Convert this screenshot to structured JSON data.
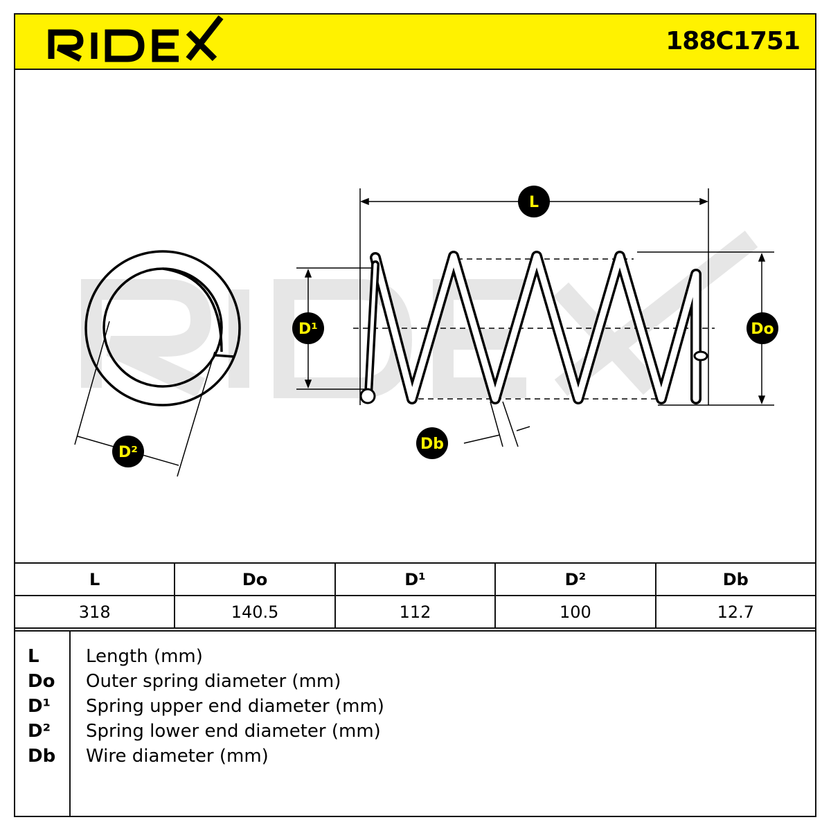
{
  "brand": "RIDEX",
  "part_number": "188C1751",
  "colors": {
    "accent": "#fff200",
    "ink": "#111111",
    "watermark": "#e6e6e6"
  },
  "diagram": {
    "labels": {
      "L": "L",
      "Do": "Do",
      "D1": "D¹",
      "D2": "D²",
      "Db": "Db"
    }
  },
  "table": {
    "headers": [
      "L",
      "Do",
      "D¹",
      "D²",
      "Db"
    ],
    "values": [
      "318",
      "140.5",
      "112",
      "100",
      "12.7"
    ]
  },
  "legend": [
    {
      "key": "L",
      "desc": "Length (mm)"
    },
    {
      "key": "Do",
      "desc": "Outer spring diameter (mm)"
    },
    {
      "key": "D¹",
      "desc": "Spring upper end diameter (mm)"
    },
    {
      "key": "D²",
      "desc": "Spring lower end diameter (mm)"
    },
    {
      "key": "Db",
      "desc": "Wire diameter (mm)"
    }
  ]
}
